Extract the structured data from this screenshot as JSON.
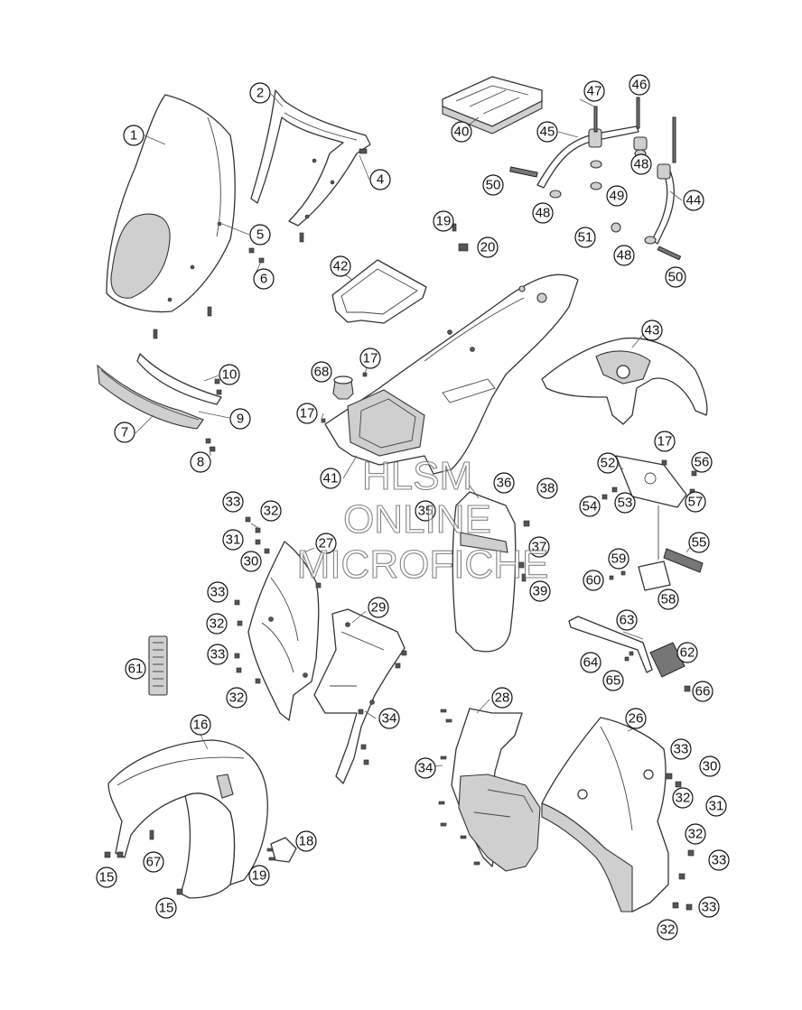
{
  "watermark": {
    "line1": "HLSM",
    "line2": "ONLINE",
    "line3": "MICROFICHE"
  },
  "callouts": [
    "1",
    "2",
    "4",
    "5",
    "6",
    "7",
    "8",
    "9",
    "10",
    "15",
    "15",
    "16",
    "17",
    "17",
    "17",
    "18",
    "19",
    "19",
    "20",
    "26",
    "27",
    "28",
    "29",
    "30",
    "30",
    "31",
    "31",
    "32",
    "32",
    "32",
    "32",
    "32",
    "32",
    "33",
    "33",
    "33",
    "33",
    "33",
    "33",
    "34",
    "34",
    "35",
    "36",
    "37",
    "38",
    "39",
    "40",
    "41",
    "42",
    "43",
    "44",
    "45",
    "46",
    "47",
    "48",
    "48",
    "48",
    "49",
    "50",
    "50",
    "51",
    "52",
    "53",
    "54",
    "55",
    "56",
    "57",
    "58",
    "59",
    "60",
    "61",
    "62",
    "63",
    "64",
    "65",
    "66",
    "67",
    "68"
  ],
  "colors": {
    "line": "#333333",
    "shade": "#cfcfcf",
    "callout_stroke": "#111111"
  }
}
